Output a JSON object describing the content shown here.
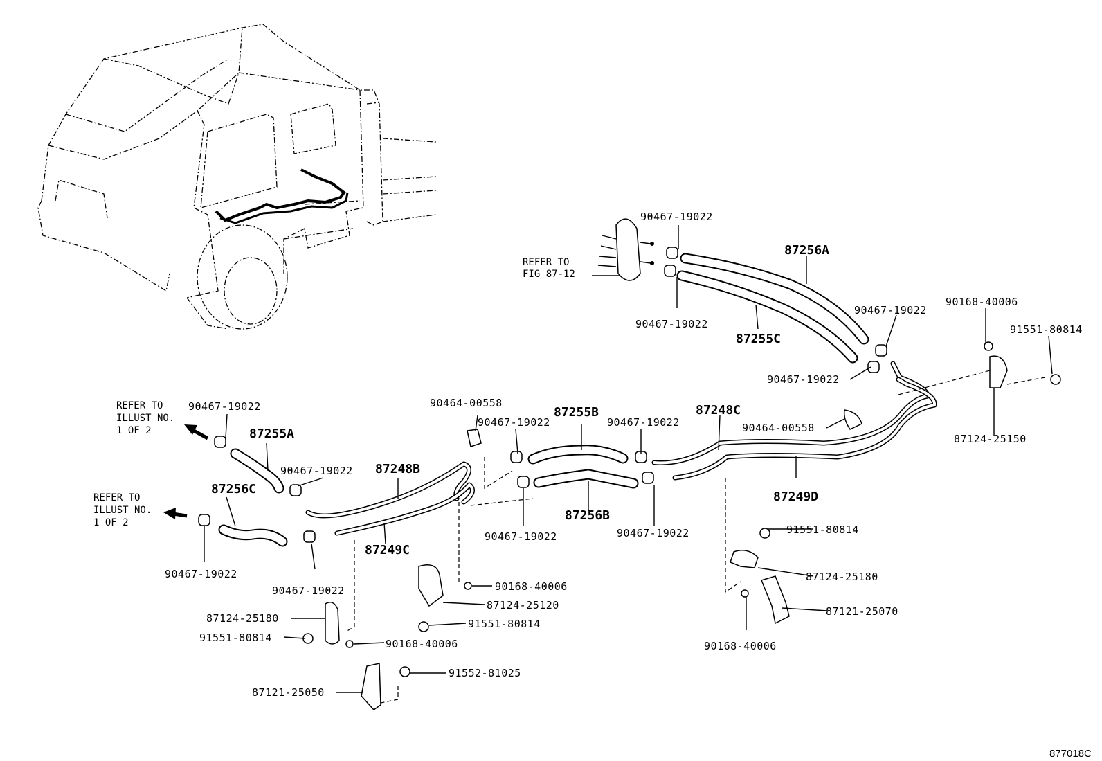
{
  "figure_code": "877018C",
  "references": {
    "heater_unit": "REFER TO FIG 87-12",
    "upper_left": "REFER TO ILLUST NO. 1 OF 2",
    "lower_left": "REFER TO ILLUST NO. 1 OF 2"
  },
  "hoses": {
    "h87255A": "87255A",
    "h87256C": "87256C",
    "h87255B": "87255B",
    "h87256B": "87256B",
    "h87256A": "87256A",
    "h87255C": "87255C"
  },
  "pipes": {
    "p87248B": "87248B",
    "p87249C": "87249C",
    "p87248C": "87248C",
    "p87249D": "87249D"
  },
  "parts": {
    "clamp_a1": "90467-19022",
    "clamp_a2": "90467-19022",
    "clamp_a3": "90467-19022",
    "clamp_a4": "90467-19022",
    "clamp_b1": "90467-19022",
    "clamp_b2": "90467-19022",
    "clamp_b3": "90467-19022",
    "clamp_b4": "90467-19022",
    "clamp_c1": "90467-19022",
    "clamp_c2": "90467-19022",
    "clamp_c3": "90467-19022",
    "clamp_c4": "90467-19022",
    "grommet_1": "90464-00558",
    "grommet_2": "90464-00558",
    "screw_1": "90168-40006",
    "screw_2": "90168-40006",
    "screw_3": "90168-40006",
    "screw_4": "90168-40006",
    "bolt_1": "91551-80814",
    "bolt_2": "91551-80814",
    "bolt_3": "91551-80814",
    "bolt_4": "91551-80814",
    "bolt_5": "91552-81025",
    "clamp_bracket_1": "87124-25180",
    "clamp_bracket_2": "87124-25120",
    "clamp_bracket_3": "87124-25180",
    "clamp_bracket_4": "87124-25150",
    "bracket_1": "87121-25050",
    "bracket_2": "87121-25070"
  }
}
